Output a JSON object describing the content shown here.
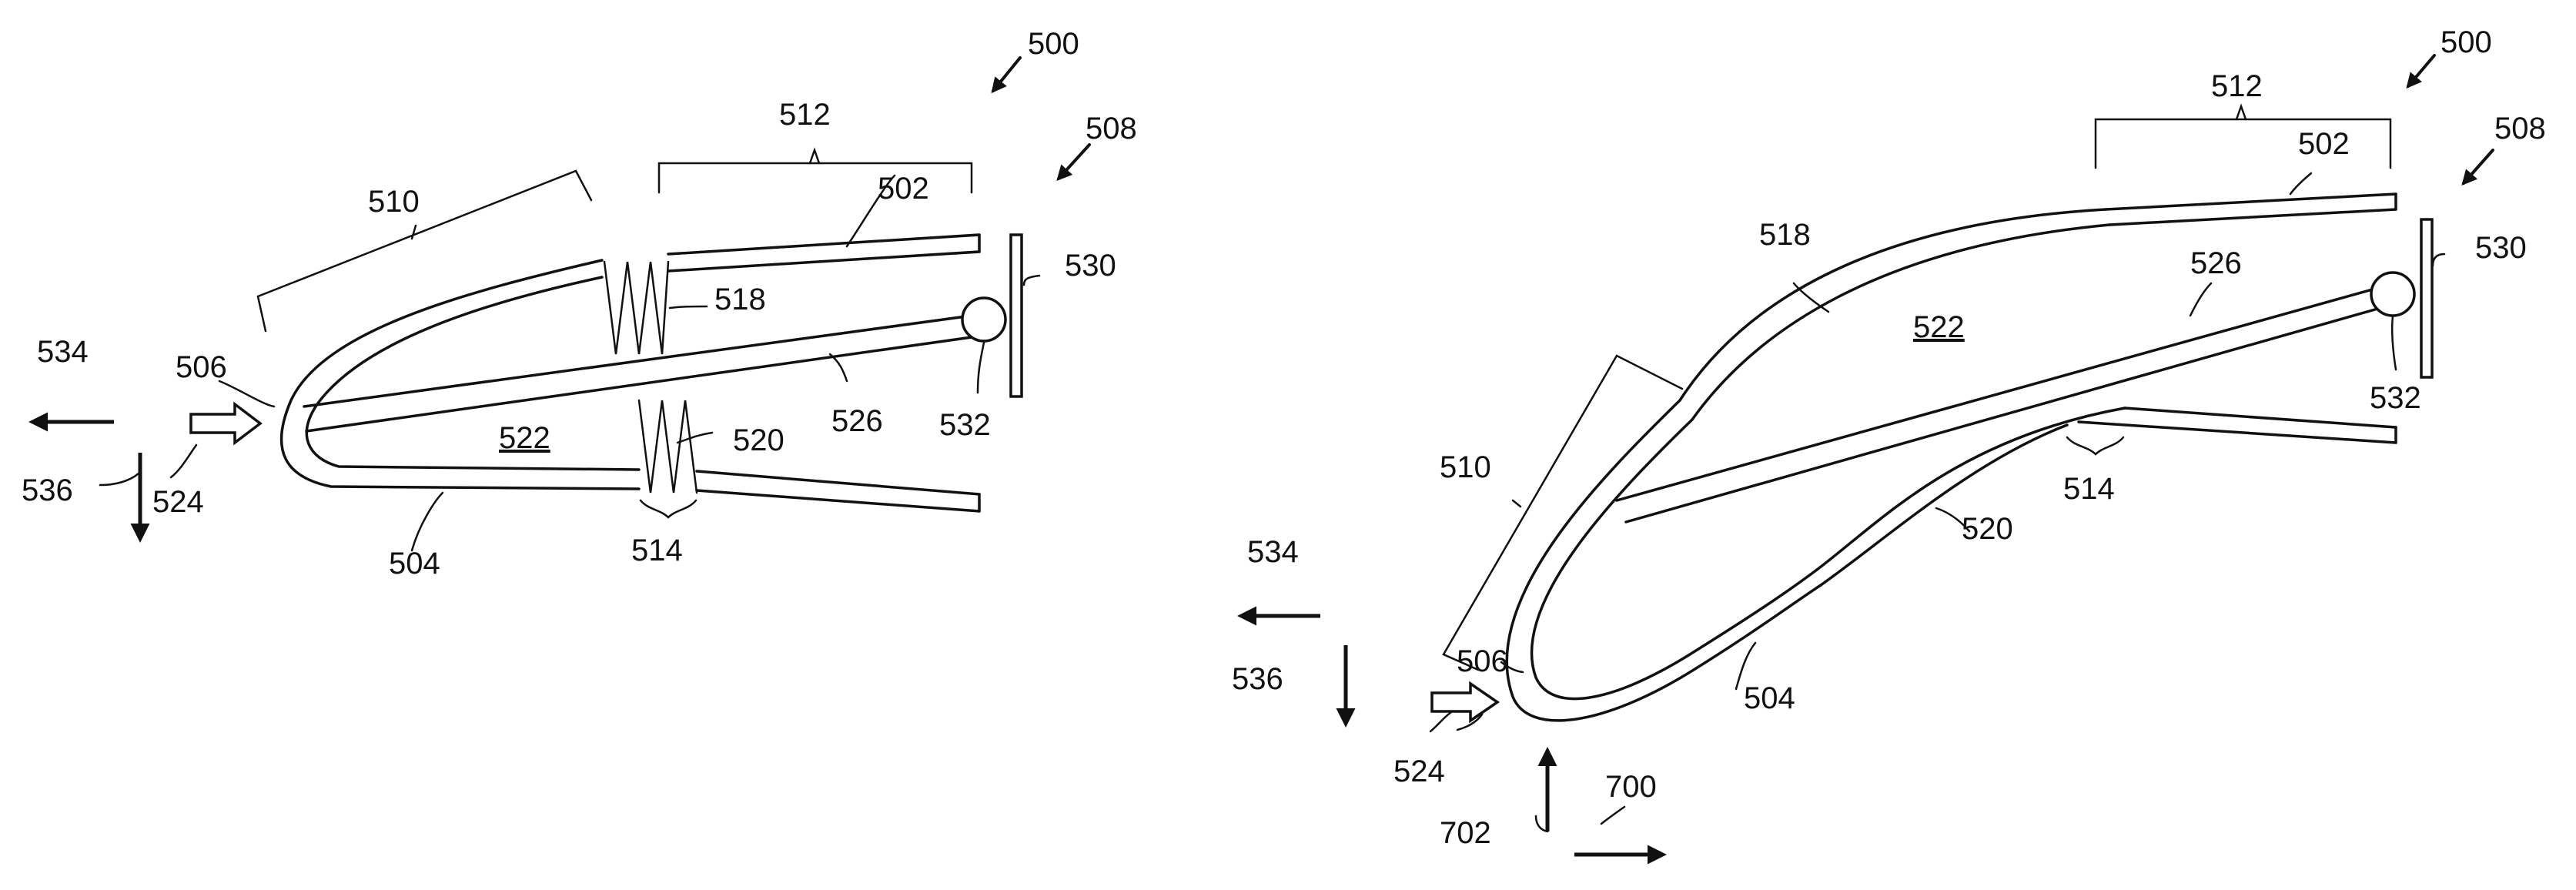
{
  "figure_left": {
    "labels": {
      "l500": "500",
      "l508": "508",
      "l512": "512",
      "l510": "510",
      "l502": "502",
      "l530": "530",
      "l518": "518",
      "l506": "506",
      "l534": "534",
      "l522": "522",
      "l520": "520",
      "l526": "526",
      "l532": "532",
      "l536": "536",
      "l524": "524",
      "l504": "504",
      "l514": "514"
    }
  },
  "figure_right": {
    "labels": {
      "l500": "500",
      "l512": "512",
      "l508": "508",
      "l502": "502",
      "l518": "518",
      "l530": "530",
      "l526": "526",
      "l522": "522",
      "l532": "532",
      "l514": "514",
      "l510": "510",
      "l520": "520",
      "l534": "534",
      "l506": "506",
      "l536": "536",
      "l504": "504",
      "l524": "524",
      "l700": "700",
      "l702": "702"
    }
  }
}
